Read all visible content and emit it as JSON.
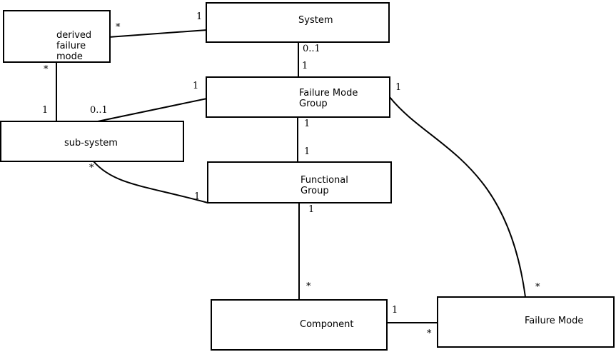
{
  "diagram": {
    "type": "uml-class-diagram",
    "background_color": "#ffffff",
    "line_color": "#000000",
    "entities": [
      {
        "id": "derived-failure-mode",
        "label": "derived\nfailure\nmode"
      },
      {
        "id": "system",
        "label": "System"
      },
      {
        "id": "failure-mode-group",
        "label": "Failure Mode\nGroup"
      },
      {
        "id": "sub-system",
        "label": "sub-system"
      },
      {
        "id": "functional-group",
        "label": "Functional\nGroup"
      },
      {
        "id": "component",
        "label": "Component"
      },
      {
        "id": "failure-mode",
        "label": "Failure Mode"
      }
    ],
    "associations": [
      {
        "end1_entity": "derived failure mode",
        "end1_multiplicity": "*",
        "end2_entity": "System",
        "end2_multiplicity": "1",
        "shape": "line"
      },
      {
        "end1_entity": "System",
        "end1_multiplicity": "0..1",
        "end2_entity": "Failure Mode Group",
        "end2_multiplicity": "1",
        "shape": "line"
      },
      {
        "end1_entity": "derived failure mode",
        "end1_multiplicity": "*",
        "end2_entity": "sub-system",
        "end2_multiplicity": "1",
        "shape": "line"
      },
      {
        "end1_entity": "Failure Mode Group",
        "end1_multiplicity": "1",
        "end2_entity": "sub-system",
        "end2_multiplicity": "0..1",
        "shape": "line"
      },
      {
        "end1_entity": "Failure Mode Group",
        "end1_multiplicity": "1",
        "end2_entity": "Functional Group",
        "end2_multiplicity": "1",
        "shape": "line"
      },
      {
        "end1_entity": "Failure Mode Group",
        "end1_multiplicity": "1",
        "end2_entity": "Failure Mode",
        "end2_multiplicity": "*",
        "shape": "curve"
      },
      {
        "end1_entity": "sub-system",
        "end1_multiplicity": "*",
        "end2_entity": "Functional Group",
        "end2_multiplicity": "1",
        "shape": "curve"
      },
      {
        "end1_entity": "Functional Group",
        "end1_multiplicity": "1",
        "end2_entity": "Component",
        "end2_multiplicity": "*",
        "shape": "line"
      },
      {
        "end1_entity": "Component",
        "end1_multiplicity": "1",
        "end2_entity": "Failure Mode",
        "end2_multiplicity": "*",
        "shape": "line"
      }
    ]
  }
}
